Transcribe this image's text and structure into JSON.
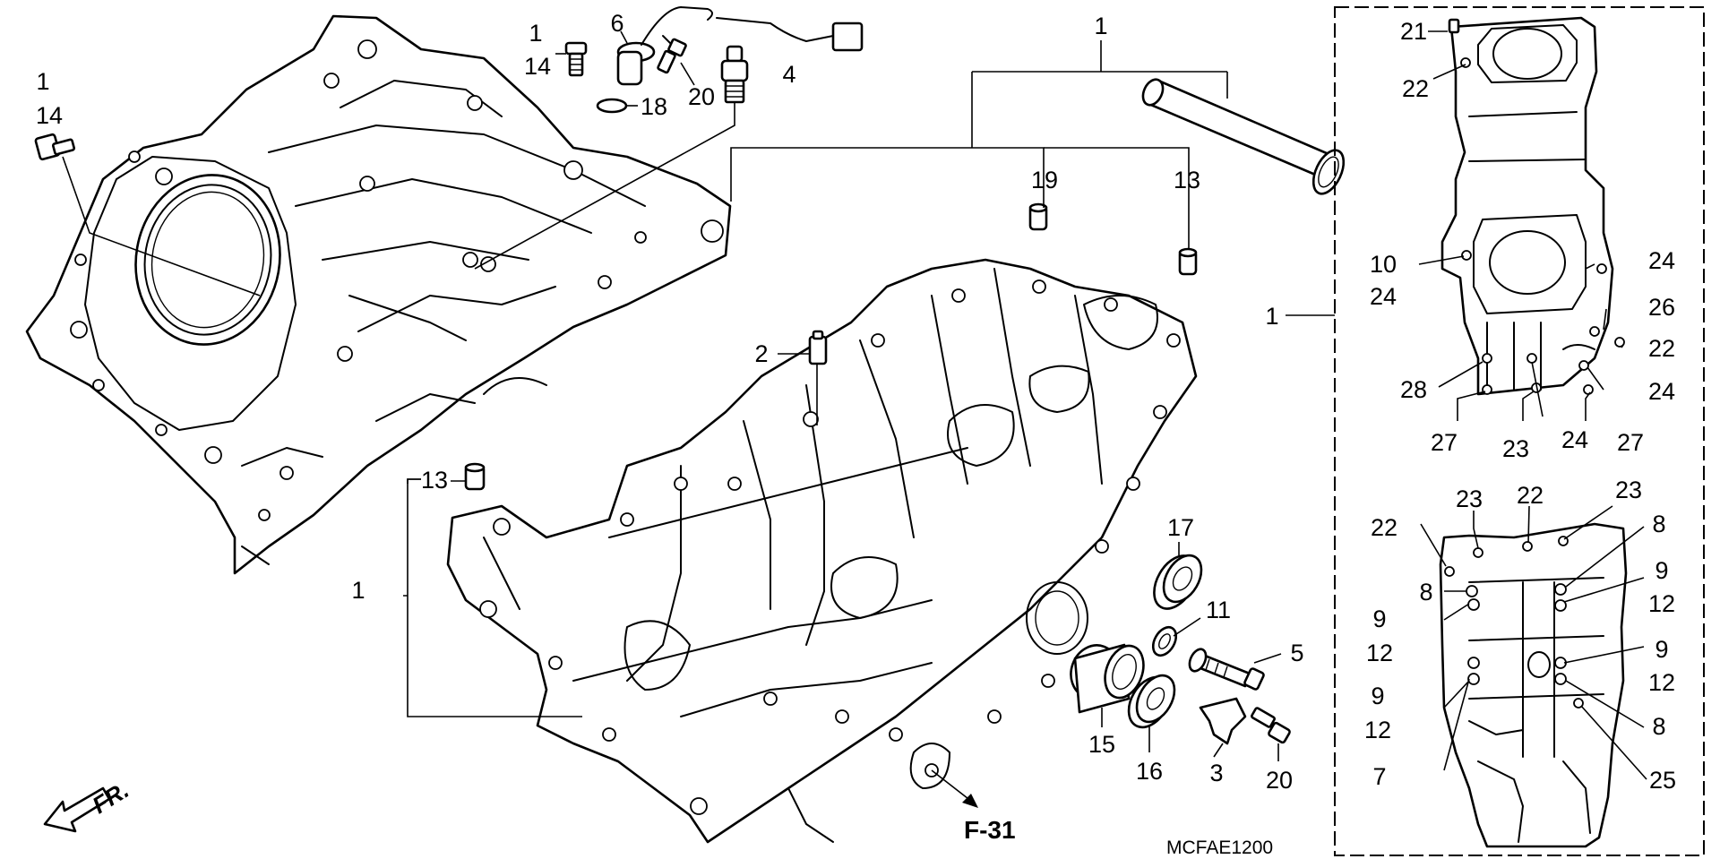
{
  "diagram": {
    "code": "MCFAE1200",
    "ref_label": "F-31",
    "direction_label": "FR.",
    "callouts": {
      "c1_top_left": "1",
      "c14_top_left": "14",
      "c1_bolt": "1",
      "c14_bolt": "14",
      "c6": "6",
      "c18": "18",
      "c20_top": "20",
      "c4": "4",
      "c1_main": "1",
      "c19": "19",
      "c13_right": "13",
      "c2": "2",
      "c13_left": "13",
      "c1_left": "1",
      "c17": "17",
      "c11": "11",
      "c5": "5",
      "c15": "15",
      "c16": "16",
      "c3": "3",
      "c20_bottom": "20",
      "c1_inset": "1",
      "i21": "21",
      "i22a": "22",
      "i10": "10",
      "i24a": "24",
      "i24b": "24",
      "i26": "26",
      "i22b": "22",
      "i28": "28",
      "i24c": "24",
      "i27a": "27",
      "i23a": "23",
      "i24d": "24",
      "i27b": "27",
      "i22c": "22",
      "i23b": "23",
      "i22d": "22",
      "i23c": "23",
      "i8a": "8",
      "i9a": "9",
      "i8b": "8",
      "i12a": "12",
      "i9b": "9",
      "i12b": "12",
      "i9c": "9",
      "i12c": "12",
      "i9d": "9",
      "i12d": "12",
      "i8c": "8",
      "i7": "7",
      "i25": "25"
    }
  }
}
